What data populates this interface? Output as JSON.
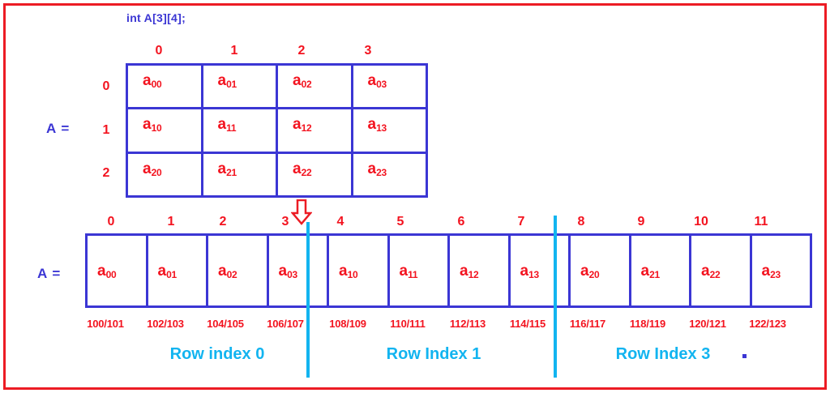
{
  "figure": {
    "declaration": "int A[3][4];",
    "matrix_label": "A =",
    "array_label": "A ="
  },
  "colors": {
    "frame": "#ec1c24",
    "grid_blue": "#3b36d4",
    "element_red": "#f3131f",
    "divider_cyan": "#12b4f0",
    "arrow_red": "#ec1c24"
  },
  "matrix": {
    "rows": 3,
    "cols": 4,
    "col_indices": [
      "0",
      "1",
      "2",
      "3"
    ],
    "row_indices": [
      "0",
      "1",
      "2"
    ],
    "cells": [
      [
        {
          "base": "a",
          "sub": "00"
        },
        {
          "base": "a",
          "sub": "01"
        },
        {
          "base": "a",
          "sub": "02"
        },
        {
          "base": "a",
          "sub": "03"
        }
      ],
      [
        {
          "base": "a",
          "sub": "10"
        },
        {
          "base": "a",
          "sub": "11"
        },
        {
          "base": "a",
          "sub": "12"
        },
        {
          "base": "a",
          "sub": "13"
        }
      ],
      [
        {
          "base": "a",
          "sub": "20"
        },
        {
          "base": "a",
          "sub": "21"
        },
        {
          "base": "a",
          "sub": "22"
        },
        {
          "base": "a",
          "sub": "23"
        }
      ]
    ]
  },
  "array": {
    "indices": [
      "0",
      "1",
      "2",
      "3",
      "4",
      "5",
      "6",
      "7",
      "8",
      "9",
      "10",
      "11"
    ],
    "cells": [
      {
        "base": "a",
        "sub": "00"
      },
      {
        "base": "a",
        "sub": "01"
      },
      {
        "base": "a",
        "sub": "02"
      },
      {
        "base": "a",
        "sub": "03"
      },
      {
        "base": "a",
        "sub": "10"
      },
      {
        "base": "a",
        "sub": "11"
      },
      {
        "base": "a",
        "sub": "12"
      },
      {
        "base": "a",
        "sub": "13"
      },
      {
        "base": "a",
        "sub": "20"
      },
      {
        "base": "a",
        "sub": "21"
      },
      {
        "base": "a",
        "sub": "22"
      },
      {
        "base": "a",
        "sub": "23"
      }
    ],
    "addresses": [
      "100/101",
      "102/103",
      "104/105",
      "106/107",
      "108/109",
      "110/111",
      "112/113",
      "114/115",
      "116/117",
      "118/119",
      "120/121",
      "122/123"
    ]
  },
  "row_groups": [
    {
      "caption": "Row index 0"
    },
    {
      "caption": "Row Index 1"
    },
    {
      "caption": "Row Index 3"
    }
  ]
}
